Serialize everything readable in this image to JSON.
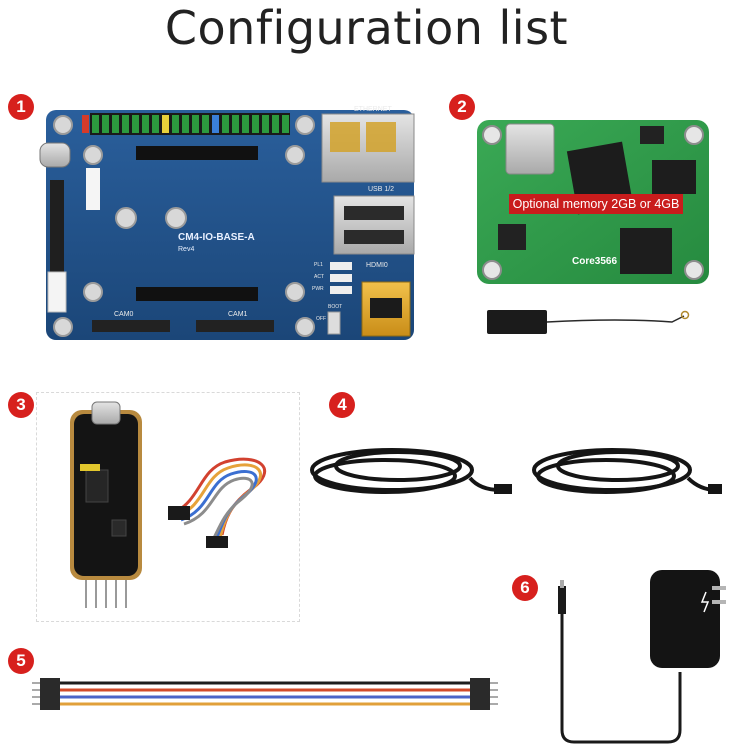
{
  "title": "Configuration list",
  "items": [
    {
      "number": "1",
      "name": "io-base-board",
      "board_label": "CM4-IO-BASE-A",
      "board_rev": "Rev4",
      "port_labels": {
        "ethernet": "ETHERNET",
        "usb": "USB 1/2",
        "hdmi": "HDMI0",
        "cam0": "CAM0",
        "cam1": "CAM1",
        "led1": "PL1",
        "led2": "ACT",
        "led3": "PWR",
        "boot": "BOOT",
        "off": "OFF"
      }
    },
    {
      "number": "2",
      "name": "core-module",
      "memory_label": "Optional memory 2GB or 4GB",
      "module_label": "Core3566"
    },
    {
      "number": "3",
      "name": "usb-uart-adapter"
    },
    {
      "number": "4",
      "name": "usb-cables"
    },
    {
      "number": "5",
      "name": "jumper-wires"
    },
    {
      "number": "6",
      "name": "power-adapter"
    }
  ],
  "colors": {
    "badge": "#d7201d",
    "board_blue": "#1f4f86",
    "module_green": "#2f9a46",
    "label_red": "#c91c1c"
  }
}
